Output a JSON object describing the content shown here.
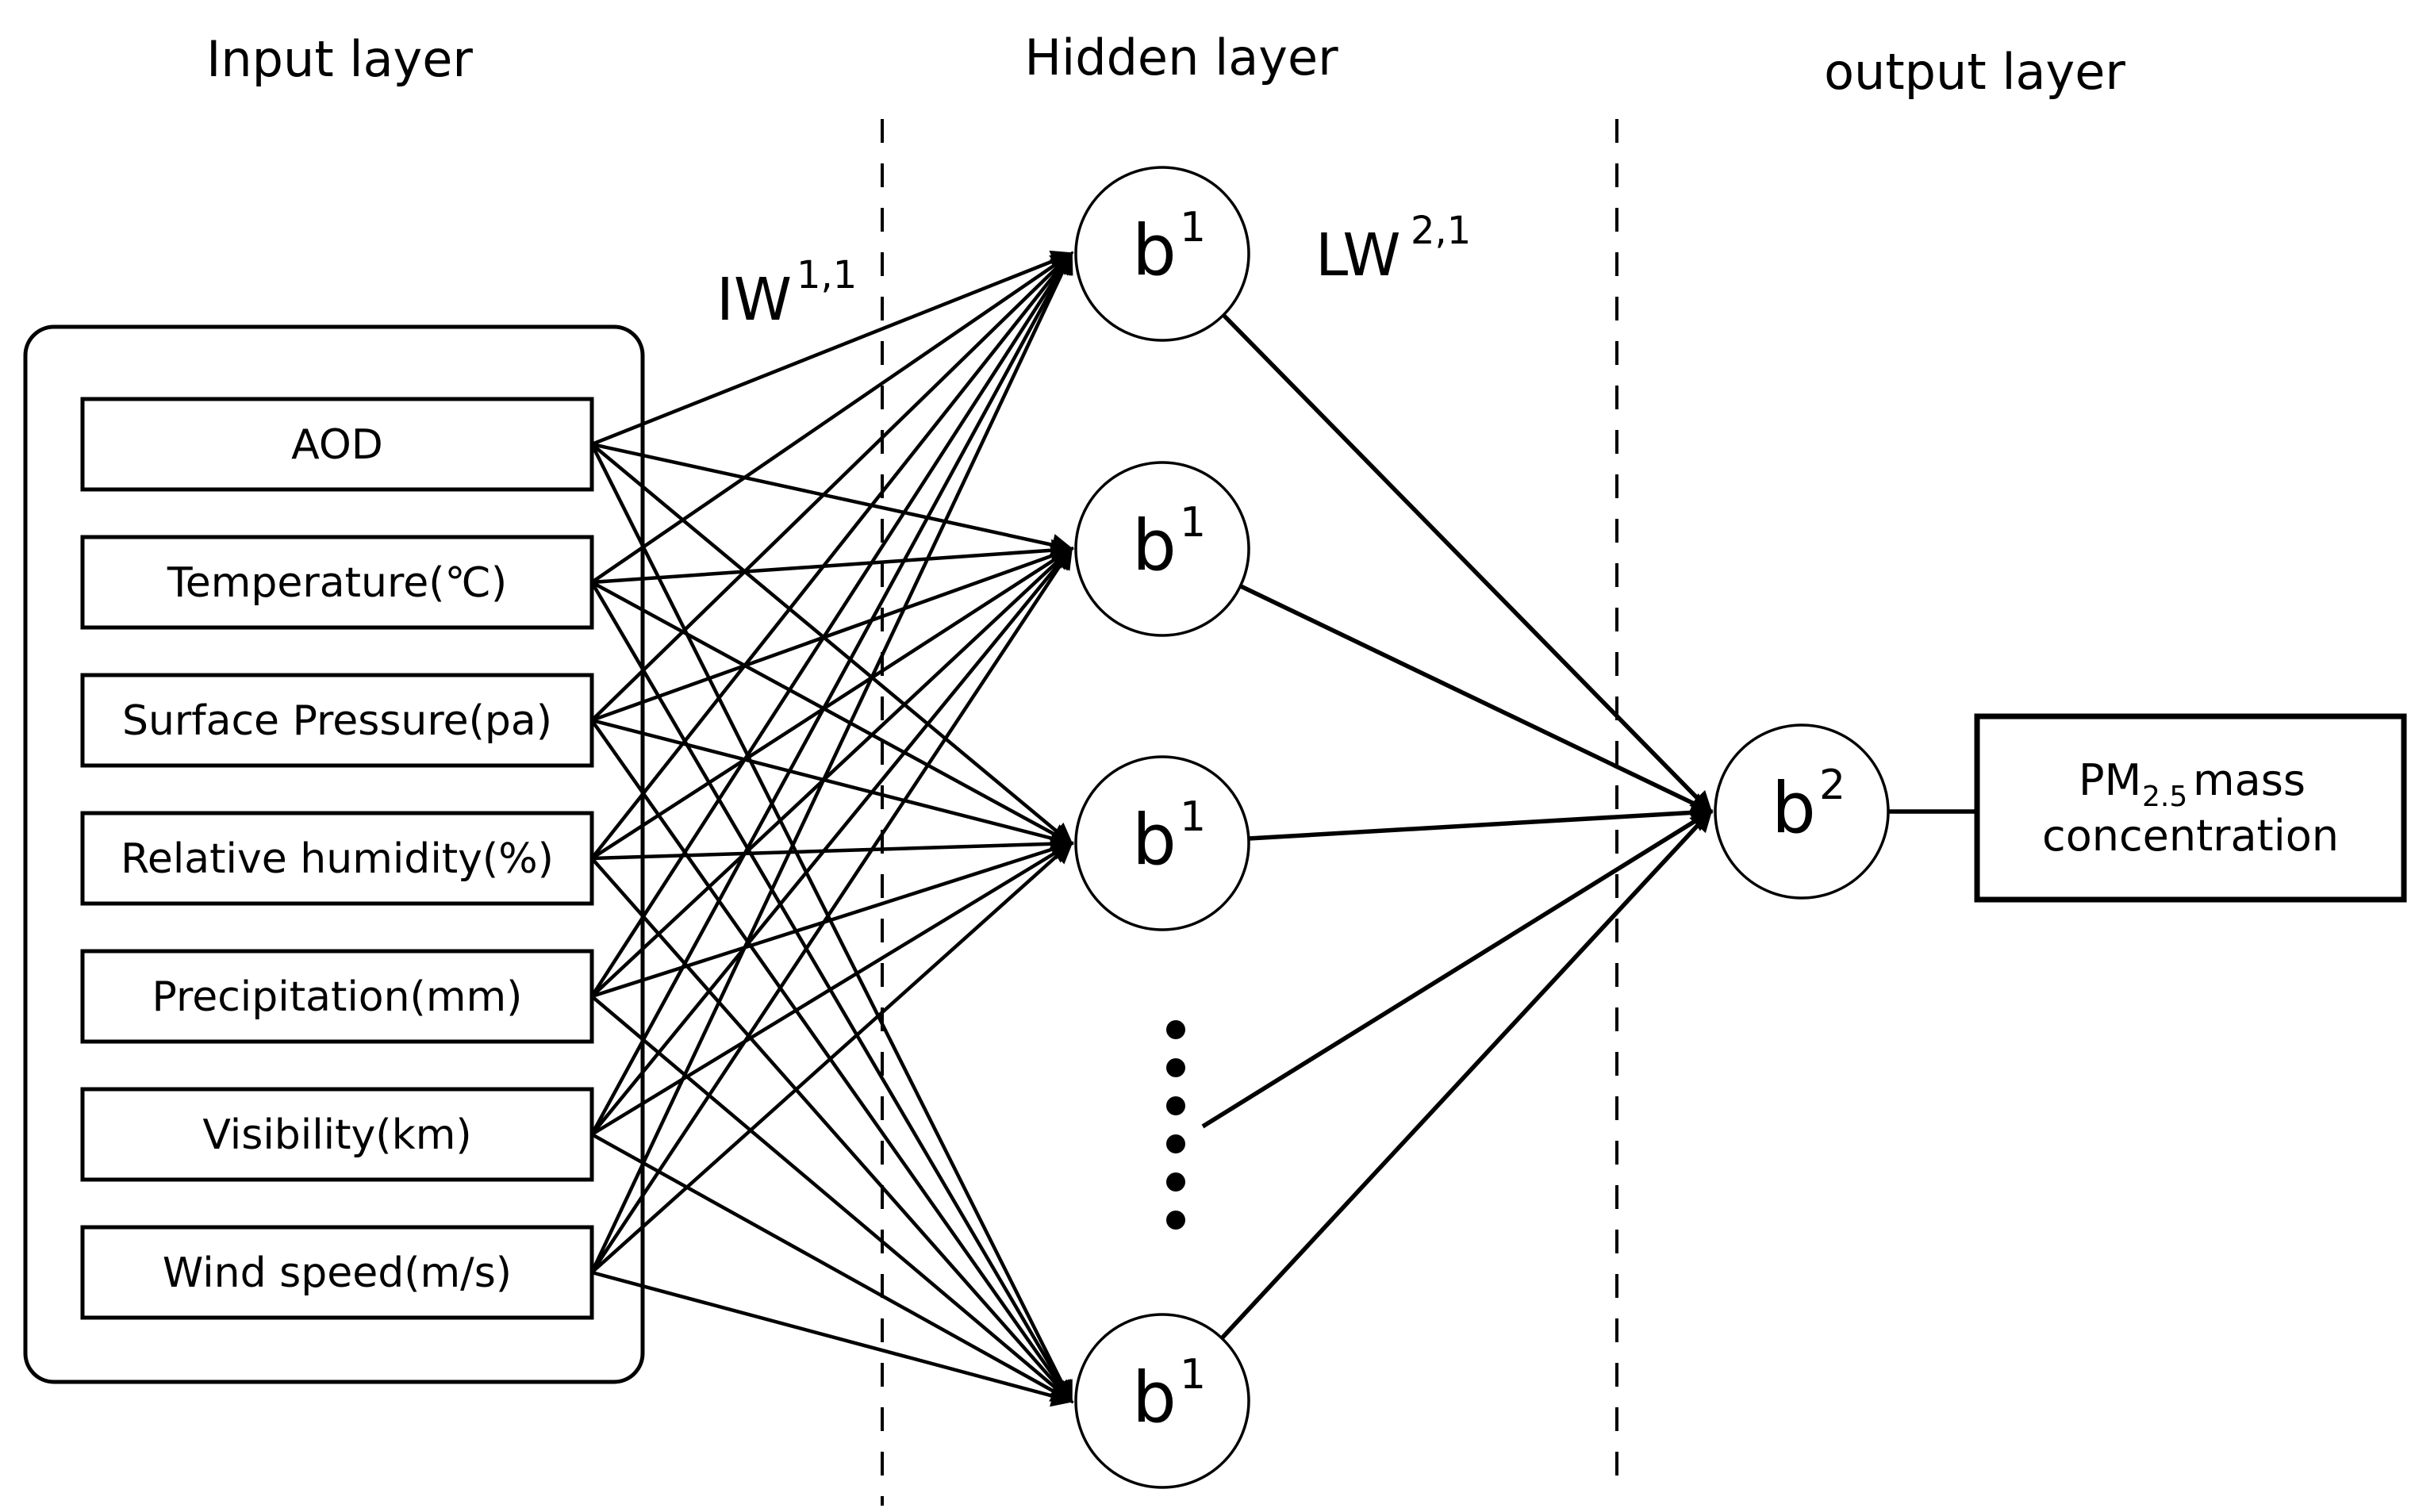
{
  "layers": {
    "input": {
      "title": "Input layer",
      "features": [
        "AOD",
        "Temperature(℃)",
        "Surface Pressure(pa)",
        "Relative humidity(%)",
        "Precipitation(mm)",
        "Visibility(km)",
        "Wind speed(m/s)"
      ]
    },
    "hidden": {
      "title": "Hidden layer",
      "node": {
        "base": "b",
        "sup": "1"
      },
      "nodes_shown": 4,
      "ellipsis_dot_count": 6
    },
    "output": {
      "title": "output layer",
      "node": {
        "base": "b",
        "sup": "2"
      },
      "result_box": {
        "line1_base": "PM",
        "line1_sub": "2.5",
        "line1_rest": " mass",
        "line2": "concentration"
      }
    }
  },
  "weights": {
    "input_hidden": {
      "base": "IW",
      "sup": "1,1"
    },
    "hidden_output": {
      "base": "LW",
      "sup": "2,1"
    }
  },
  "colors": {
    "ink": "#000000",
    "background": "#ffffff"
  }
}
